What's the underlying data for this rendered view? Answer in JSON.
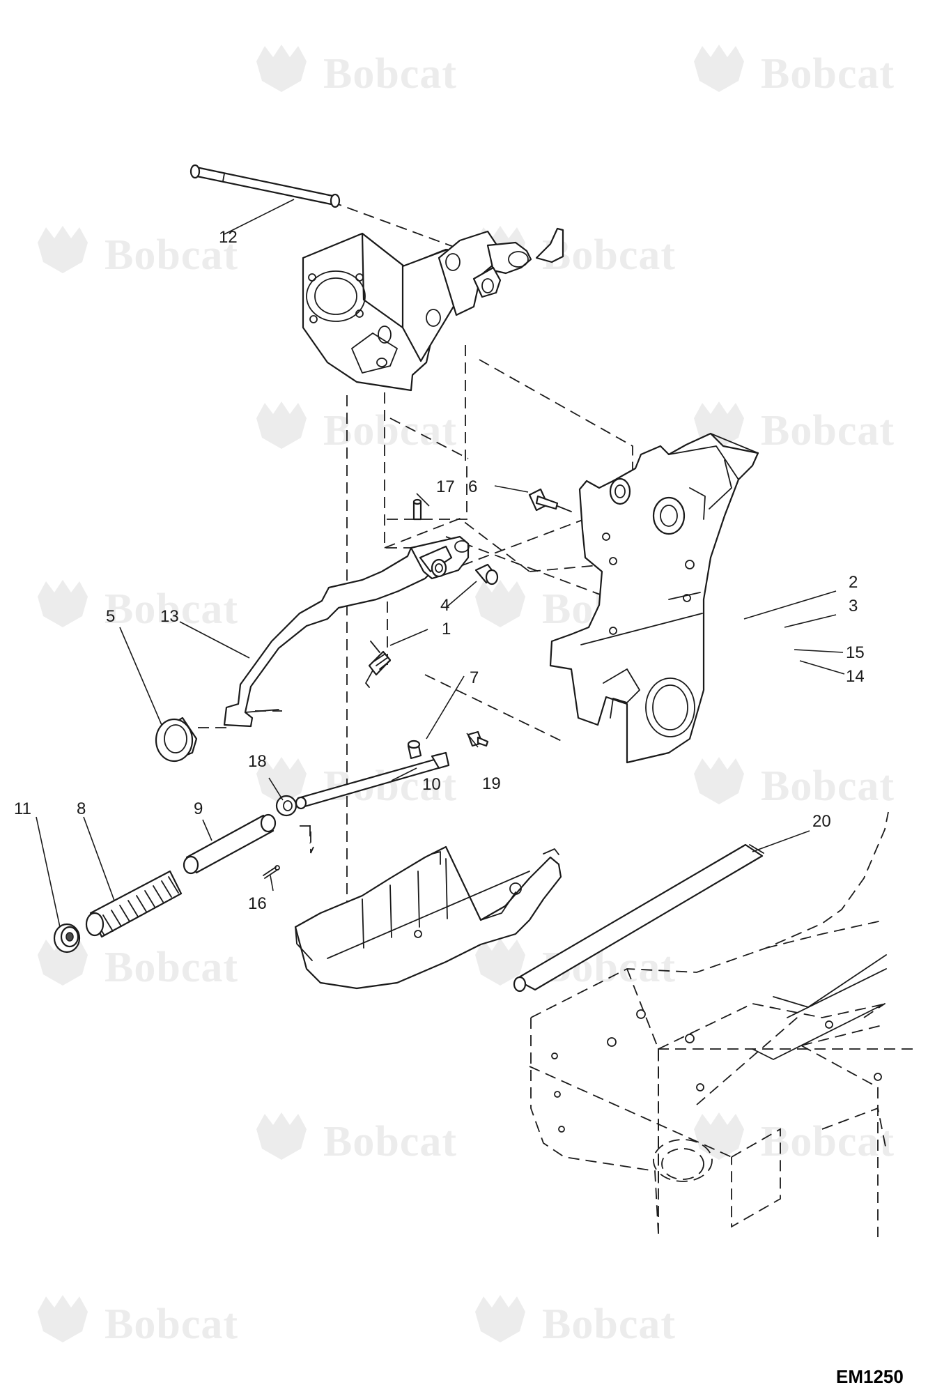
{
  "watermark": {
    "brand": "Bobcat"
  },
  "drawing_number": "EM1250",
  "callouts": [
    "1",
    "2",
    "3",
    "4",
    "5",
    "6",
    "7",
    "8",
    "9",
    "10",
    "11",
    "12",
    "13",
    "14",
    "15",
    "16",
    "17",
    "18",
    "19",
    "20"
  ]
}
